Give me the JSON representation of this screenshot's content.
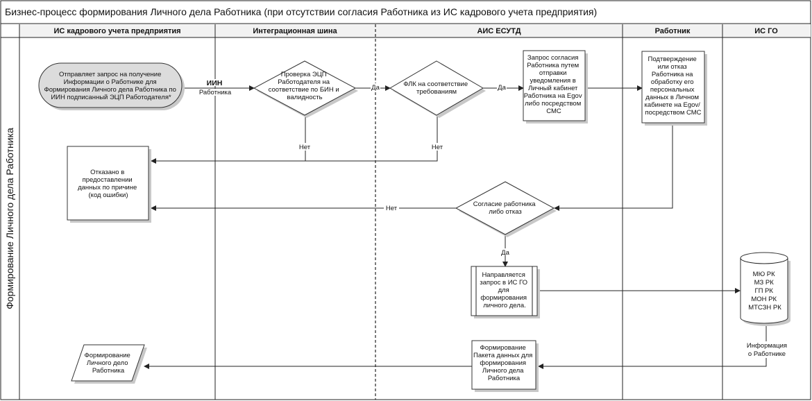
{
  "title": "Бизнес-процесс формирования Личного дела Работника (при отсутствии согласия Работника из ИС кадрового учета предприятия)",
  "side_label": "Формирование Личного дела Работника",
  "lanes": [
    "ИС кадрового учета предприятия",
    "Интеграционная шина",
    "АИС ЕСУТД",
    "Работник",
    "ИС ГО"
  ],
  "nodes": {
    "start": [
      "Отправляет запрос на получение",
      "Информации о Работнике для",
      "Формирования Личного дела Работника по",
      "ИИН подписанный ЭЦП Работодателя*"
    ],
    "check_eds": [
      "Проверка ЭЦП",
      "Работодателя на",
      "соответствие по БИН и",
      "валидность"
    ],
    "flk": [
      "ФЛК на соответствие",
      "требованиям"
    ],
    "consent_request": [
      "Запрос согласия",
      "Работника путем",
      "отправки",
      "уведомления в",
      "Личный кабинет",
      "Работника на Egov",
      "либо посредством",
      "СМС"
    ],
    "confirmation": [
      "Подтверждение",
      "или отказ",
      "Работника на",
      "обработку его",
      "персональных",
      "данных в Личном",
      "кабинете на Egov/",
      "посредством СМС"
    ],
    "refused": [
      "Отказано в",
      "предоставлении",
      "данных по причине",
      "(код ошибки)"
    ],
    "consent_decision": [
      "Согласие работника",
      "либо отказ"
    ],
    "send_request": [
      "Направляется",
      "запрос в ИС ГО",
      "для",
      "формирования",
      "личного дела."
    ],
    "gov_db": [
      "МЮ РК",
      "МЗ РК",
      "ГП РК",
      "МОН РК",
      "МТСЗН РК"
    ],
    "package": [
      "Формирование",
      "Пакета данных для",
      "формирования",
      "Личного дела",
      "Работника"
    ],
    "result": [
      "Формирование",
      "Личного дело",
      "Работника"
    ]
  },
  "edge_labels": {
    "iin": "ИИН",
    "employee": "Работника",
    "yes1": "Да",
    "yes2": "Да",
    "no1": "Нет",
    "no2": "Нет",
    "no3": "Нет",
    "yes3": "Да",
    "info_line1": "Информация",
    "info_line2": "о Работнике"
  }
}
